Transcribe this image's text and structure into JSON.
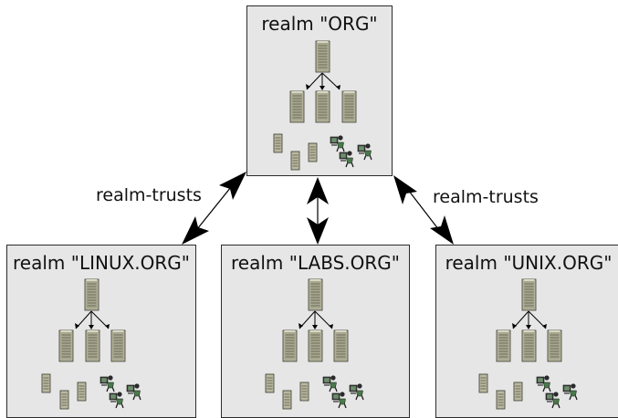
{
  "realms": {
    "org": {
      "label": "realm \"ORG\""
    },
    "linux": {
      "label": "realm \"LINUX.ORG\""
    },
    "labs": {
      "label": "realm \"LABS.ORG\""
    },
    "unix": {
      "label": "realm \"UNIX.ORG\""
    }
  },
  "trusts": {
    "left_label": "realm-trusts",
    "right_label": "realm-trusts"
  },
  "icons": {
    "server": "server-tower-icon",
    "workstation": "user-at-workstation-icon"
  },
  "colors": {
    "box_fill": "#e6e6e6",
    "server_fill": "#b9b8a0",
    "line": "#000000"
  }
}
